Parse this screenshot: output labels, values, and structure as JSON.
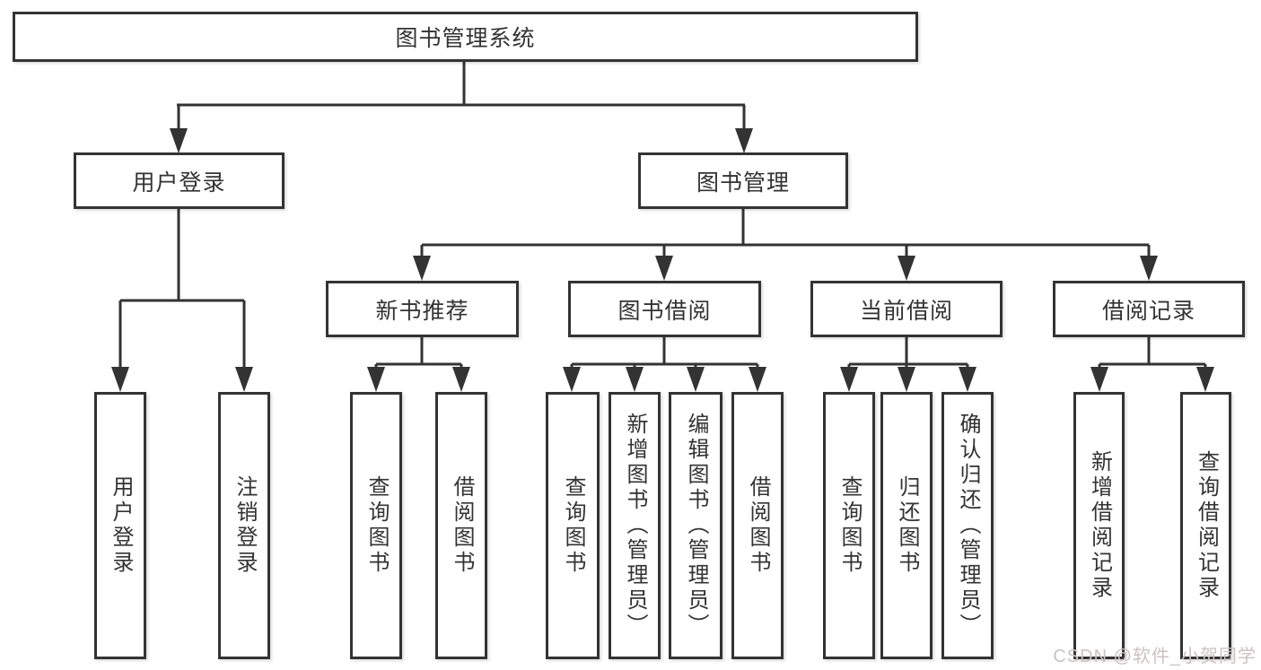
{
  "diagram_title": "图书管理系统",
  "tree": {
    "root": {
      "label": "图书管理系统"
    },
    "branches": [
      {
        "label": "用户登录",
        "children": [
          {
            "label": "用户登录"
          },
          {
            "label": "注销登录"
          }
        ]
      },
      {
        "label": "图书管理",
        "children": [
          {
            "label": "新书推荐",
            "children": [
              {
                "label": "查询图书"
              },
              {
                "label": "借阅图书"
              }
            ]
          },
          {
            "label": "图书借阅",
            "children": [
              {
                "label": "查询图书"
              },
              {
                "label": "新增图书（管理员）"
              },
              {
                "label": "编辑图书（管理员）"
              },
              {
                "label": "借阅图书"
              }
            ]
          },
          {
            "label": "当前借阅",
            "children": [
              {
                "label": "查询图书"
              },
              {
                "label": "归还图书"
              },
              {
                "label": "确认归还（管理员）"
              }
            ]
          },
          {
            "label": "借阅记录",
            "children": [
              {
                "label": "新增借阅记录"
              },
              {
                "label": "查询借阅记录"
              }
            ]
          }
        ]
      }
    ]
  },
  "watermark": {
    "text": "CSDN @软件_小贺同学"
  },
  "colors": {
    "line": "#333333",
    "box_border": "#333333",
    "text": "#333333",
    "background": "#ffffff",
    "watermark": "#ccc2c2"
  }
}
